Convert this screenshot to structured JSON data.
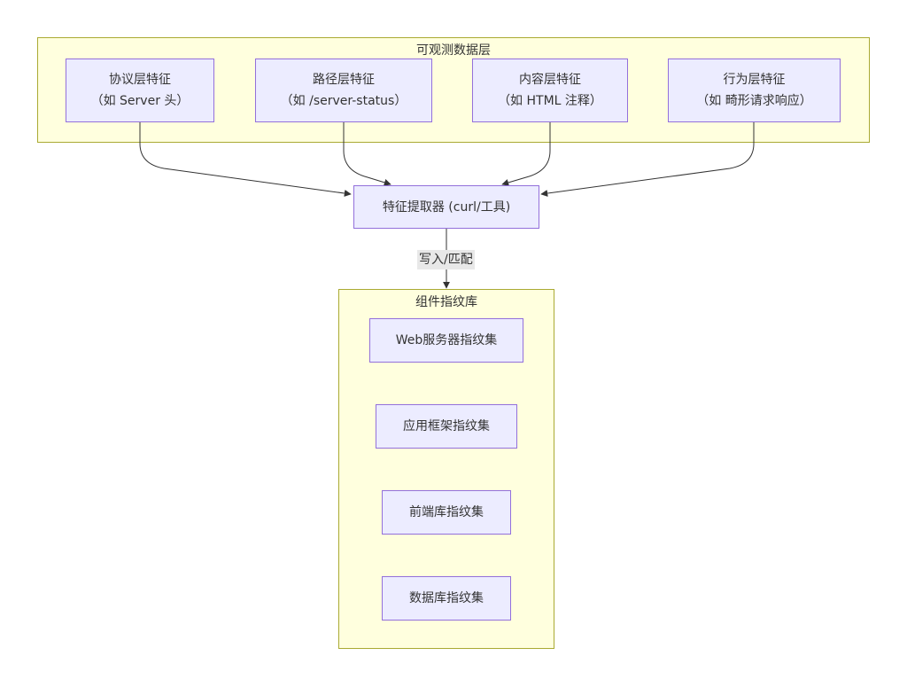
{
  "layers": {
    "title": "可观测数据层",
    "features": [
      {
        "id": "protocol",
        "label": "协议层特征",
        "example": "（如 Server 头）"
      },
      {
        "id": "path",
        "label": "路径层特征",
        "example": "（如 /server-status）"
      },
      {
        "id": "content",
        "label": "内容层特征",
        "example": "（如 HTML 注释）"
      },
      {
        "id": "behavior",
        "label": "行为层特征",
        "example": "（如 畸形请求响应）"
      }
    ]
  },
  "extractor": {
    "label": "特征提取器 (curl/工具)"
  },
  "edge": {
    "label": "写入/匹配"
  },
  "library": {
    "title": "组件指纹库",
    "items": [
      {
        "id": "web",
        "label": "Web服务器指纹集"
      },
      {
        "id": "framework",
        "label": "应用框架指纹集"
      },
      {
        "id": "frontend",
        "label": "前端库指纹集"
      },
      {
        "id": "database",
        "label": "数据库指纹集"
      }
    ]
  },
  "colors": {
    "cluster_fill": "#ffffde",
    "cluster_stroke": "#aaaa33",
    "node_fill": "#ececff",
    "node_stroke": "#9370db",
    "edge": "#333333",
    "edge_label_bg": "#e8e8e8"
  }
}
